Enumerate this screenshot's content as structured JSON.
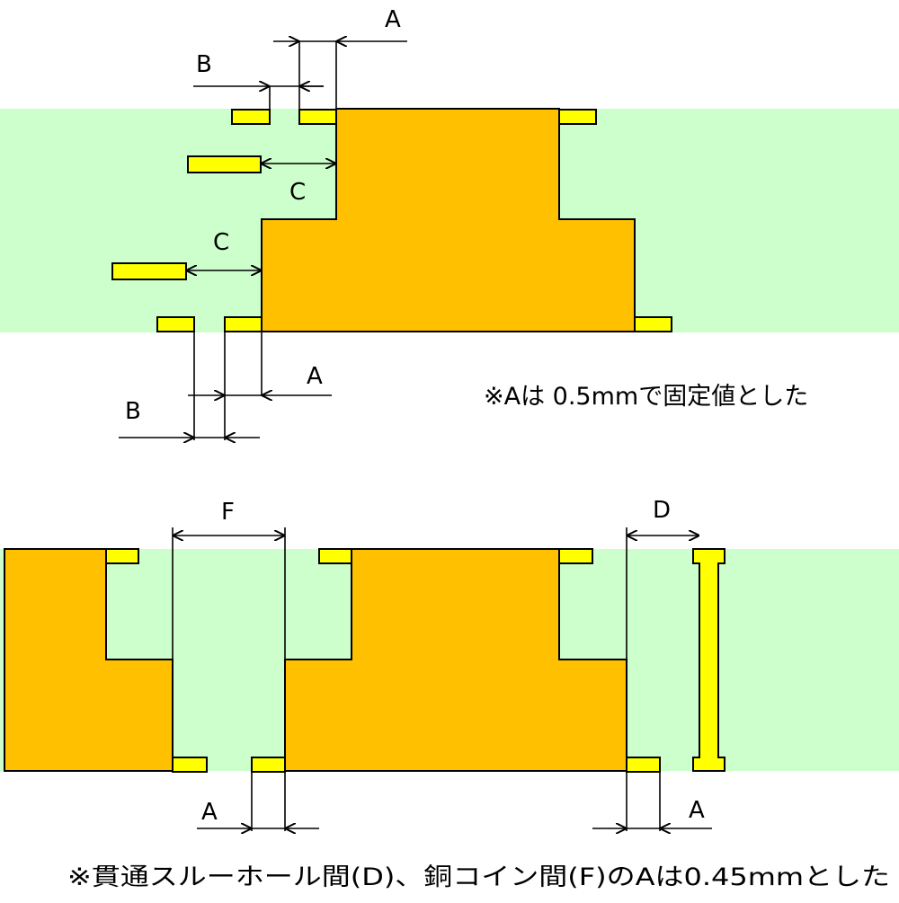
{
  "labels": {
    "a": "A",
    "b": "B",
    "c": "C",
    "d": "D",
    "f": "F"
  },
  "notes": {
    "top": "※Aは 0.5mmで固定値とした",
    "bottom": "※貫通スルーホール間(D)、銅コイン間(F)のAは0.45mmとした"
  },
  "colors": {
    "substrate": "#ccffcc",
    "copper_coin": "#ffc000",
    "pad": "#ffff00",
    "line": "#000000"
  }
}
